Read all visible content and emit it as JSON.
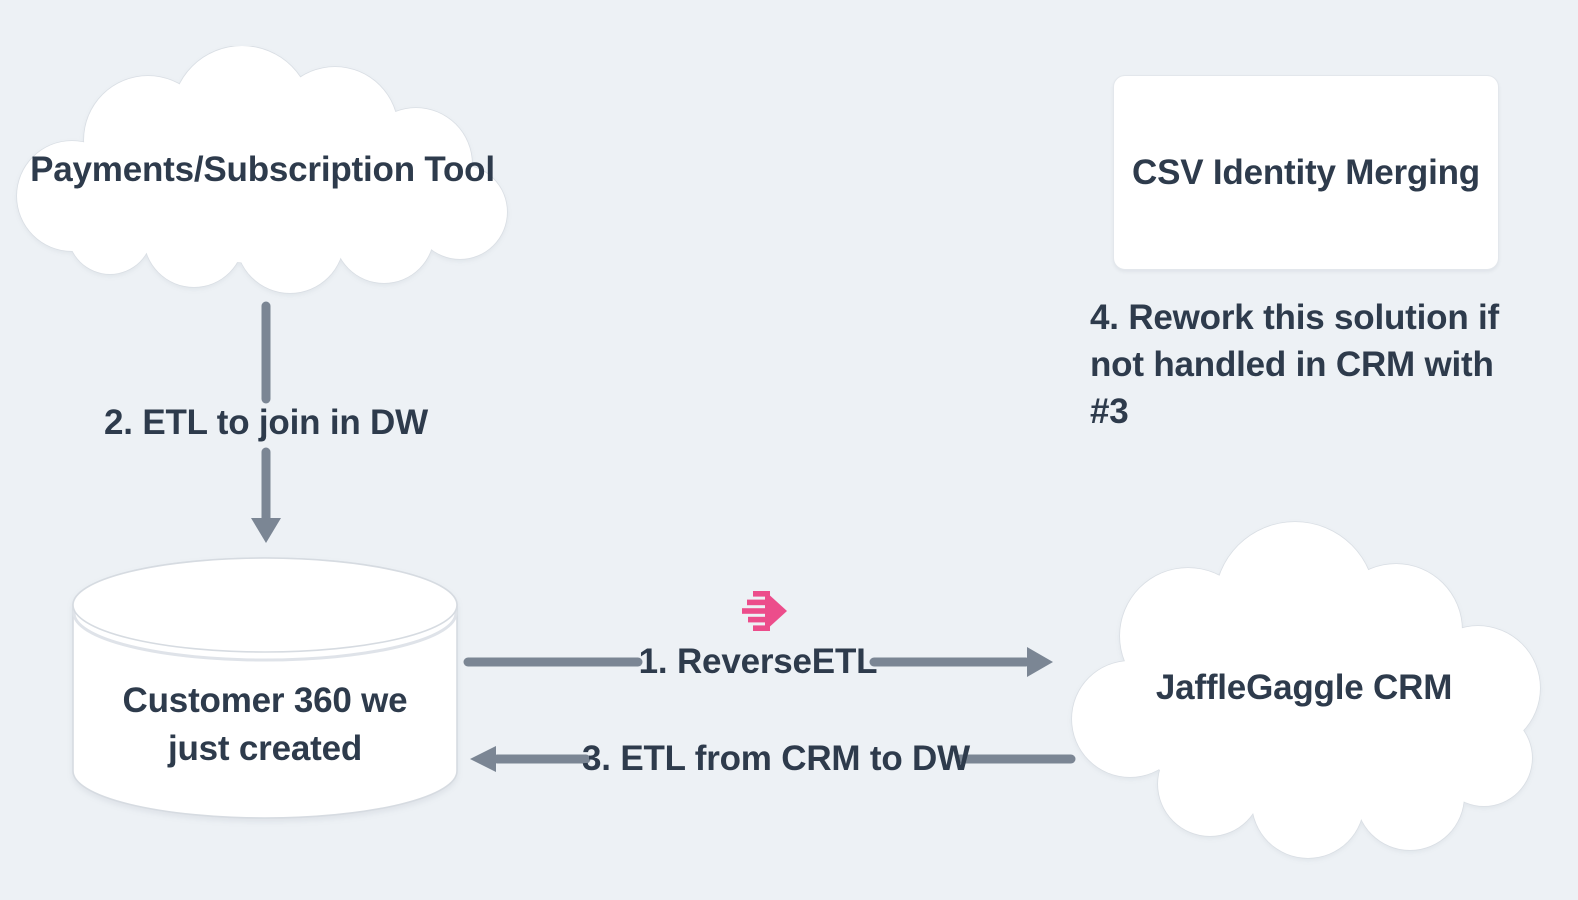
{
  "diagram": {
    "nodes": {
      "payments_cloud": {
        "label": "Payments/Subscription Tool",
        "shape": "cloud"
      },
      "csv_box": {
        "label": "CSV Identity Merging",
        "shape": "rounded-rectangle"
      },
      "warehouse_db": {
        "label_line1": "Customer 360 we",
        "label_line2": "just created",
        "shape": "database-cylinder"
      },
      "crm_cloud": {
        "label": "JaffleGaggle CRM",
        "shape": "cloud"
      }
    },
    "note": {
      "line1": "4. Rework this solution if",
      "line2": "not handled in CRM with #3"
    },
    "edges": {
      "reverse_etl": {
        "label": "1. ReverseETL",
        "direction": "warehouse-to-crm"
      },
      "etl_join": {
        "label": "2. ETL to join in DW",
        "direction": "payments-to-warehouse"
      },
      "etl_from_crm": {
        "label": "3. ETL from CRM to DW",
        "direction": "crm-to-warehouse"
      }
    },
    "icons": {
      "census": {
        "name": "census-reverse-etl-icon",
        "color": "#ec4d8b"
      }
    },
    "colors": {
      "background": "#edf1f5",
      "node_fill": "#ffffff",
      "node_border": "#d9dee4",
      "arrow": "#7b8694",
      "text": "#2e3b4c",
      "accent_pink": "#ec4d8b"
    }
  }
}
